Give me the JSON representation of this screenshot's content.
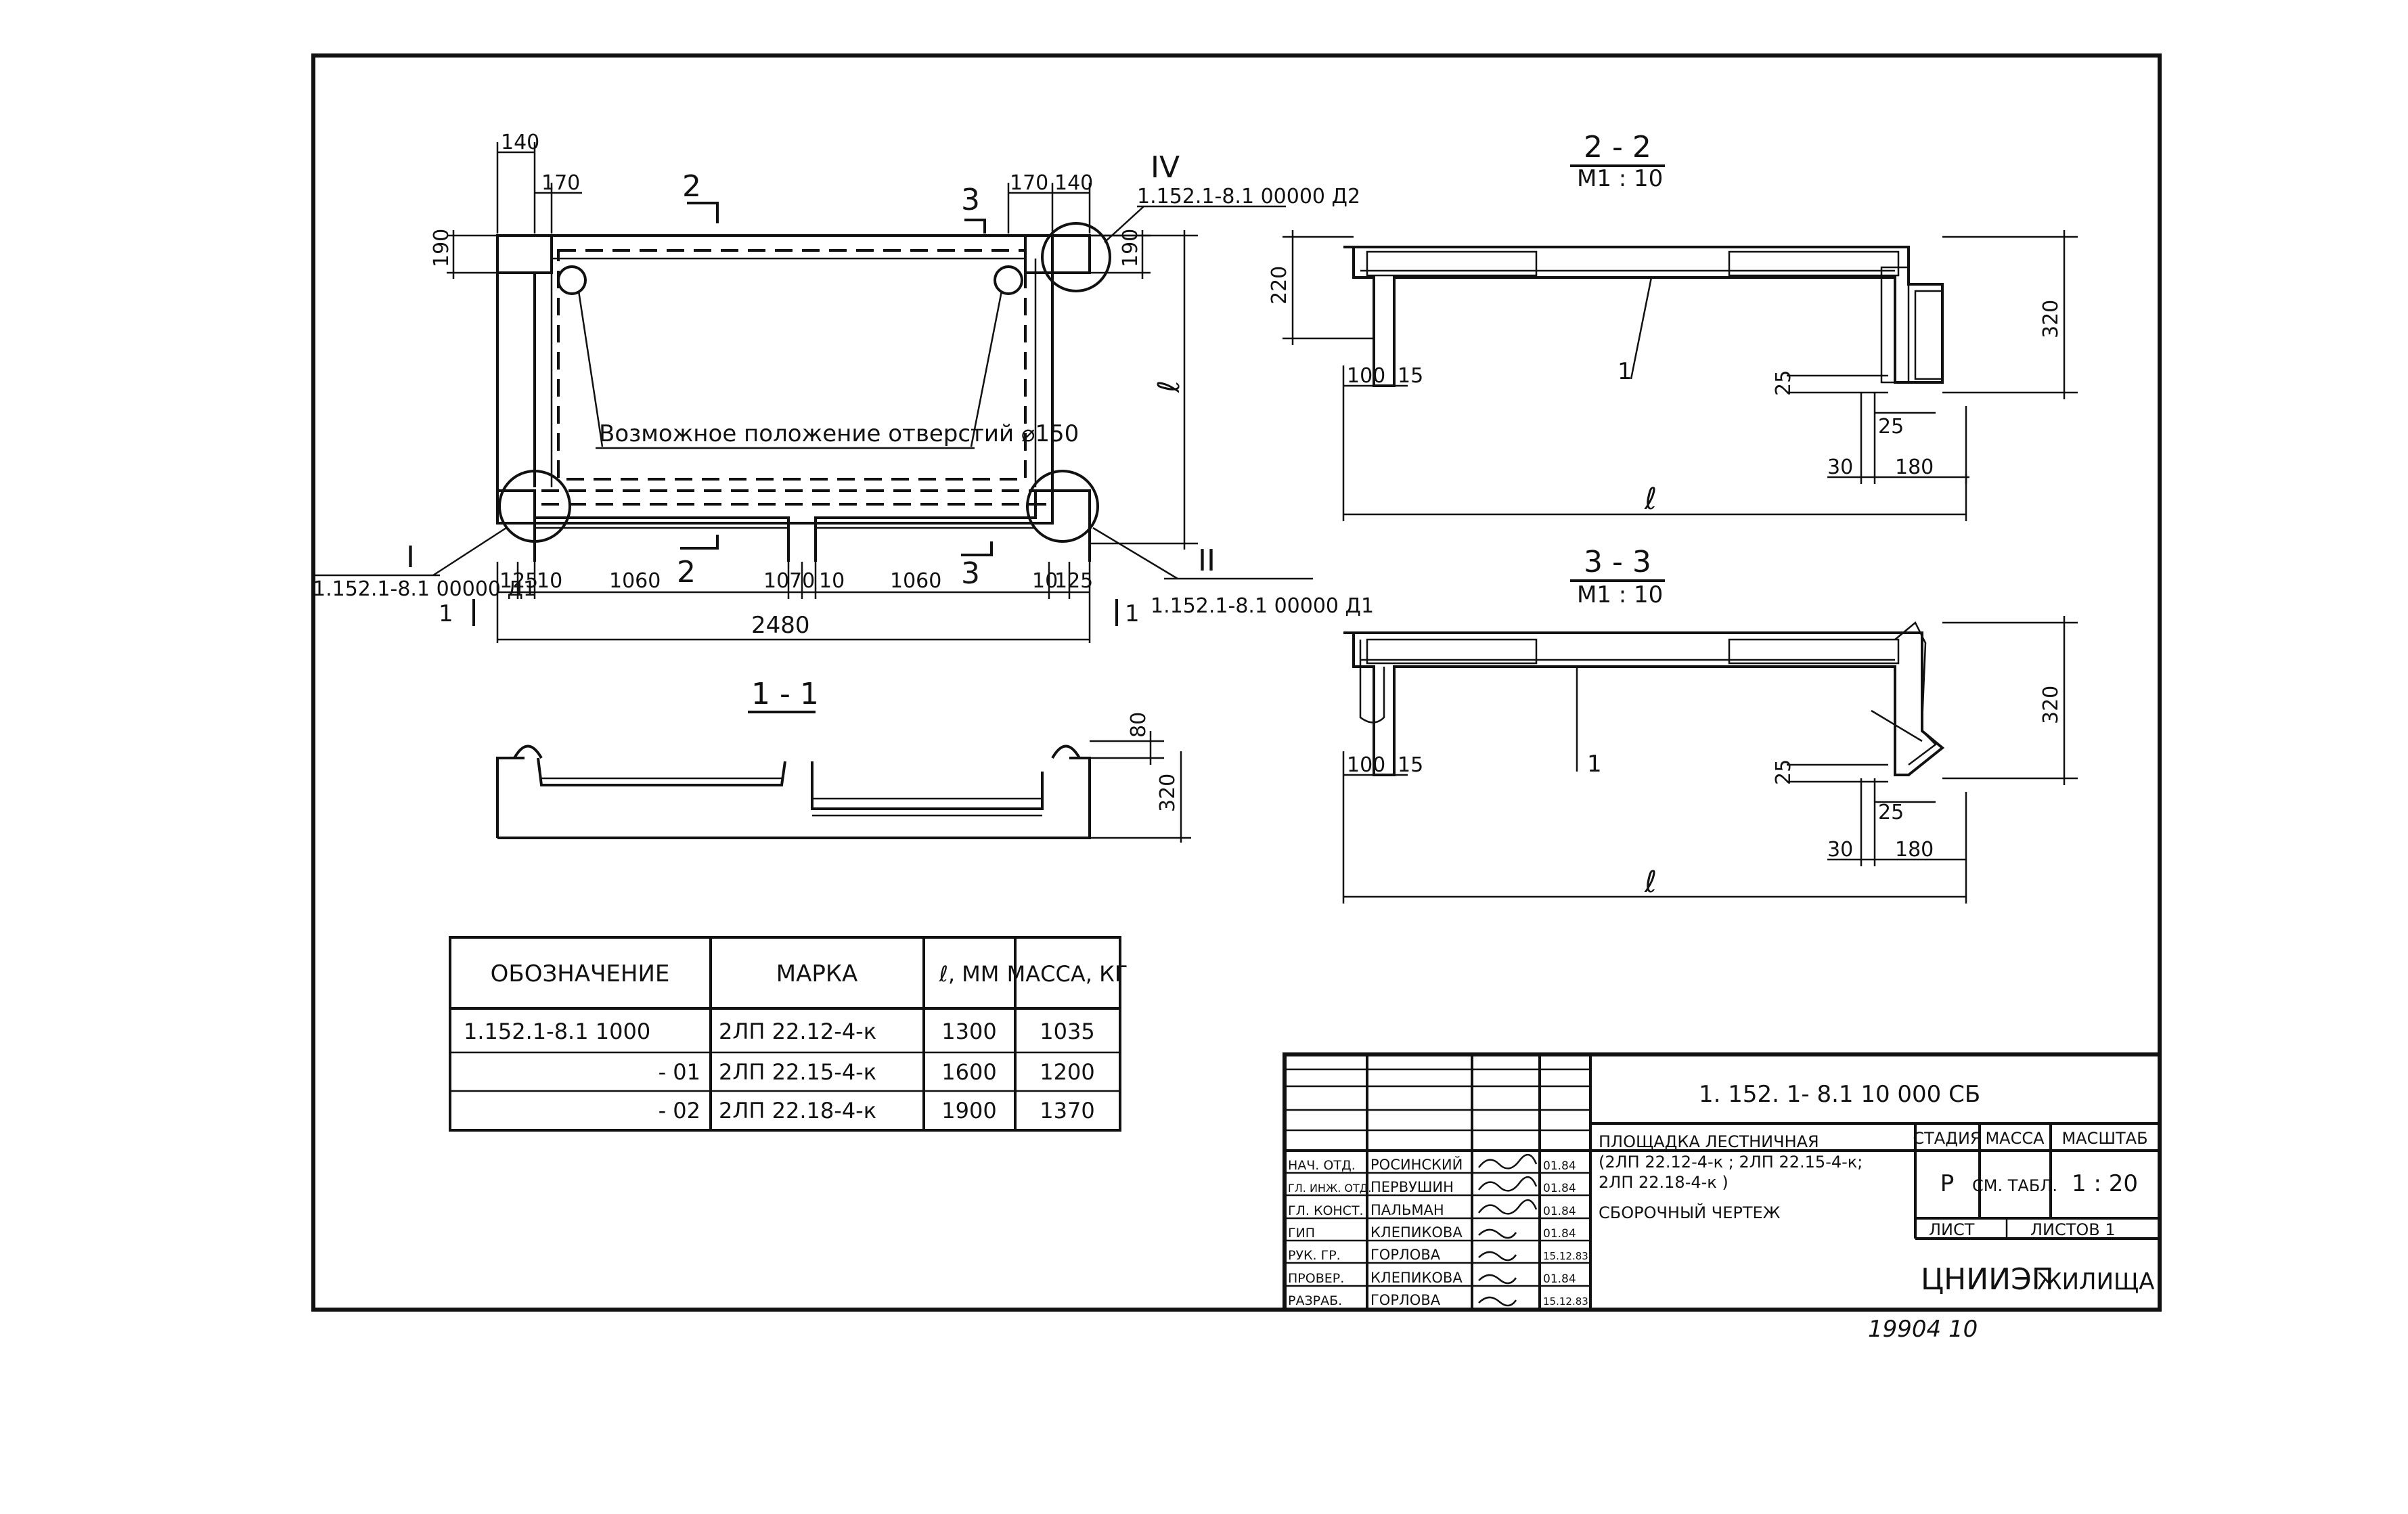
{
  "frame_note": "19904  10",
  "plan": {
    "cut_2": "2",
    "cut_3": "3",
    "node_iv": "IV",
    "node_iv_ref": "1.152.1-8.1 00000 Д2",
    "node_i": "I",
    "node_i_ref": "1.152.1-8.1 00000 Д1",
    "node_ii": "II",
    "node_ii_ref": "1.152.1-8.1 00000 Д1",
    "cut_1": "1",
    "l_label": "ℓ",
    "hole_note": "Возможное положение отверстий ⌀150",
    "dims_top": [
      "140",
      "170",
      "170",
      "140"
    ],
    "dim_190_left": "190",
    "dim_190_right": "190",
    "dims_bottom": [
      "125",
      "10",
      "1060",
      "10",
      "70",
      "10",
      "1060",
      "10",
      "125"
    ],
    "dim_total": "2480"
  },
  "section_1_1": {
    "title": "1 - 1",
    "dim_80": "80",
    "dim_320": "320"
  },
  "section_2_2": {
    "title": "2 - 2",
    "scale": "М1 : 10",
    "dim_220": "220",
    "dim_320": "320",
    "dim_100": "100",
    "dim_15": "15",
    "dim_25a": "25",
    "dim_25b": "25",
    "dim_30": "30",
    "dim_180": "180",
    "pos_1": "1",
    "l_label": "ℓ"
  },
  "section_3_3": {
    "title": "3 - 3",
    "scale": "М1 : 10",
    "dim_320": "320",
    "dim_100": "100",
    "dim_15": "15",
    "dim_25a": "25",
    "dim_25b": "25",
    "dim_30": "30",
    "dim_180": "180",
    "pos_1": "1",
    "l_label": "ℓ"
  },
  "spec_table": {
    "headers": [
      "ОБОЗНАЧЕНИЕ",
      "МАРКА",
      "ℓ, ММ",
      "МАССА, КГ"
    ],
    "rows": [
      [
        "1.152.1-8.1  1000",
        "2ЛП 22.12-4-к",
        "1300",
        "1035"
      ],
      [
        "- 01",
        "2ЛП 22.15-4-к",
        "1600",
        "1200"
      ],
      [
        "- 02",
        "2ЛП 22.18-4-к",
        "1900",
        "1370"
      ]
    ]
  },
  "title_block": {
    "doc_code": "1. 152. 1- 8.1    10 000 СБ",
    "title_lines": [
      "ПЛОЩАДКА  ЛЕСТНИЧНАЯ",
      "(2ЛП 22.12-4-к ; 2ЛП 22.15-4-к;",
      "2ЛП 22.18-4-к )",
      "СБОРОЧНЫЙ  ЧЕРТЕЖ"
    ],
    "stage_label": "СТАДИЯ",
    "mass_label": "МАССА",
    "scale_label": "МАСШТАБ",
    "stage_value": "Р",
    "mass_value": "СМ. ТАБЛ.",
    "scale_value": "1 : 20",
    "sheet_label": "ЛИСТ",
    "sheets_label": "ЛИСТОВ  1",
    "org": "ЦНИИЭП",
    "org_suffix": "ЖИЛИЩА",
    "signatures": [
      {
        "role": "НАЧ. ОТД.",
        "name": "РОСИНСКИЙ",
        "date": "01.84"
      },
      {
        "role": "ГЛ. ИНЖ. ОТД.",
        "name": "ПЕРВУШИН",
        "date": "01.84"
      },
      {
        "role": "ГЛ. КОНСТ.",
        "name": "ПАЛЬМАН",
        "date": "01.84"
      },
      {
        "role": "ГИП",
        "name": "КЛЕПИКОВА",
        "date": "01.84"
      },
      {
        "role": "РУК. ГР.",
        "name": "ГОРЛОВА",
        "date": "15.12.83"
      },
      {
        "role": "ПРОВЕР.",
        "name": "КЛЕПИКОВА",
        "date": "01.84"
      },
      {
        "role": "РАЗРАБ.",
        "name": "ГОРЛОВА",
        "date": "15.12.83"
      }
    ]
  }
}
